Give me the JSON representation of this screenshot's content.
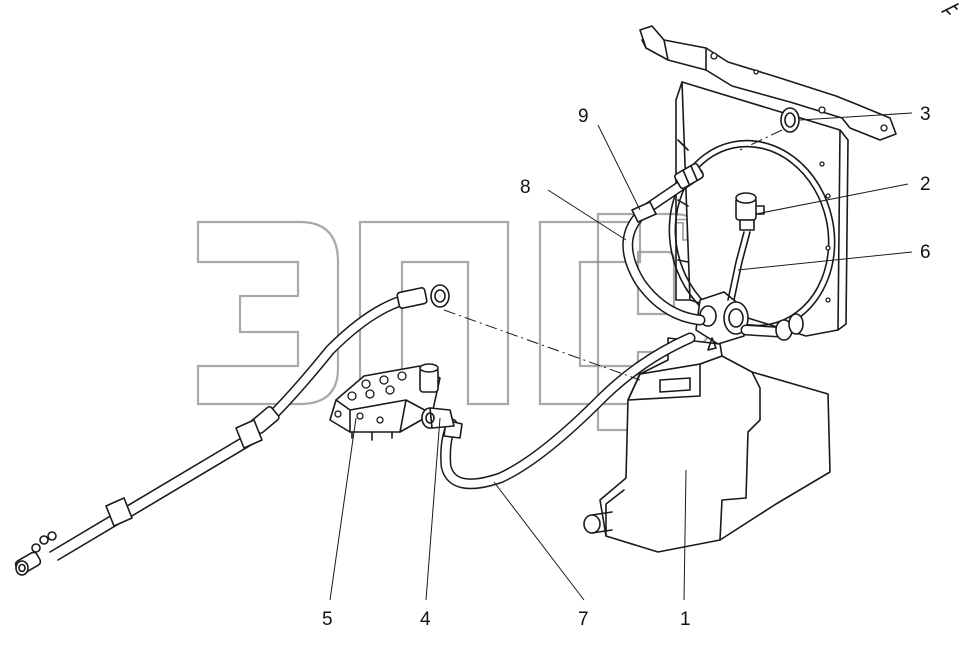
{
  "watermark": {
    "trademark": "TM"
  },
  "callouts": [
    {
      "id": "1",
      "label": "1"
    },
    {
      "id": "2",
      "label": "2"
    },
    {
      "id": "3",
      "label": "3"
    },
    {
      "id": "4",
      "label": "4"
    },
    {
      "id": "5",
      "label": "5"
    },
    {
      "id": "6",
      "label": "6"
    },
    {
      "id": "7",
      "label": "7"
    },
    {
      "id": "8",
      "label": "8"
    },
    {
      "id": "9",
      "label": "9"
    }
  ]
}
